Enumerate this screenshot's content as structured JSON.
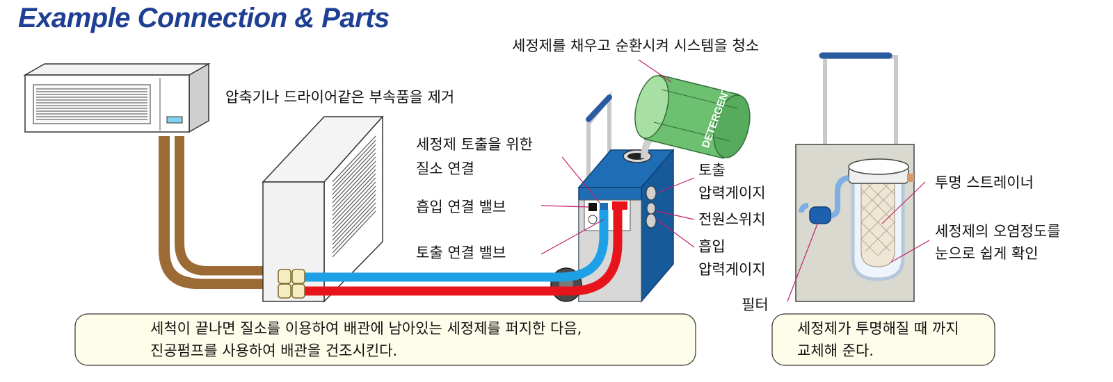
{
  "title": "Example Connection & Parts",
  "labels": {
    "fill_detergent": "세정제를 채우고 순환시켜 시스템을 청소",
    "remove_parts": "압축기나 드라이어같은 부속품을 제거",
    "nitrogen_line1": "세정제 토출을 위한",
    "nitrogen_line2": "질소 연결",
    "suction_valve": "흡입 연결 밸브",
    "discharge_valve": "토출 연결 밸브",
    "discharge_gauge_line1": "토출",
    "discharge_gauge_line2": "압력게이지",
    "power_switch": "전원스위치",
    "suction_gauge_line1": "흡입",
    "suction_gauge_line2": "압력게이지",
    "filter": "필터",
    "strainer": "투명 스트레이너",
    "check_line1": "세정제의 오염정도를",
    "check_line2": "눈으로 쉽게 확인",
    "drum_text": "DETERGENT"
  },
  "notes": {
    "main_line1": "세척이 끝나면 질소를 이용하여 배관에 남아있는 세정제를 퍼지한 다음,",
    "main_line2": "진공펌프를 사용하여 배관을 건조시킨다.",
    "side_line1": "세정제가 투명해질 때 까지",
    "side_line2": "교체해 준다."
  },
  "colors": {
    "title": "#1f3f94",
    "machine": "#1e6db5",
    "suction_pipe": "#1ea0e6",
    "discharge_pipe": "#e8141b",
    "copper_pipe": "#9c6a34",
    "drum": "#6cc070",
    "leader": "#c0206e",
    "note_fill": "#fefde9"
  }
}
